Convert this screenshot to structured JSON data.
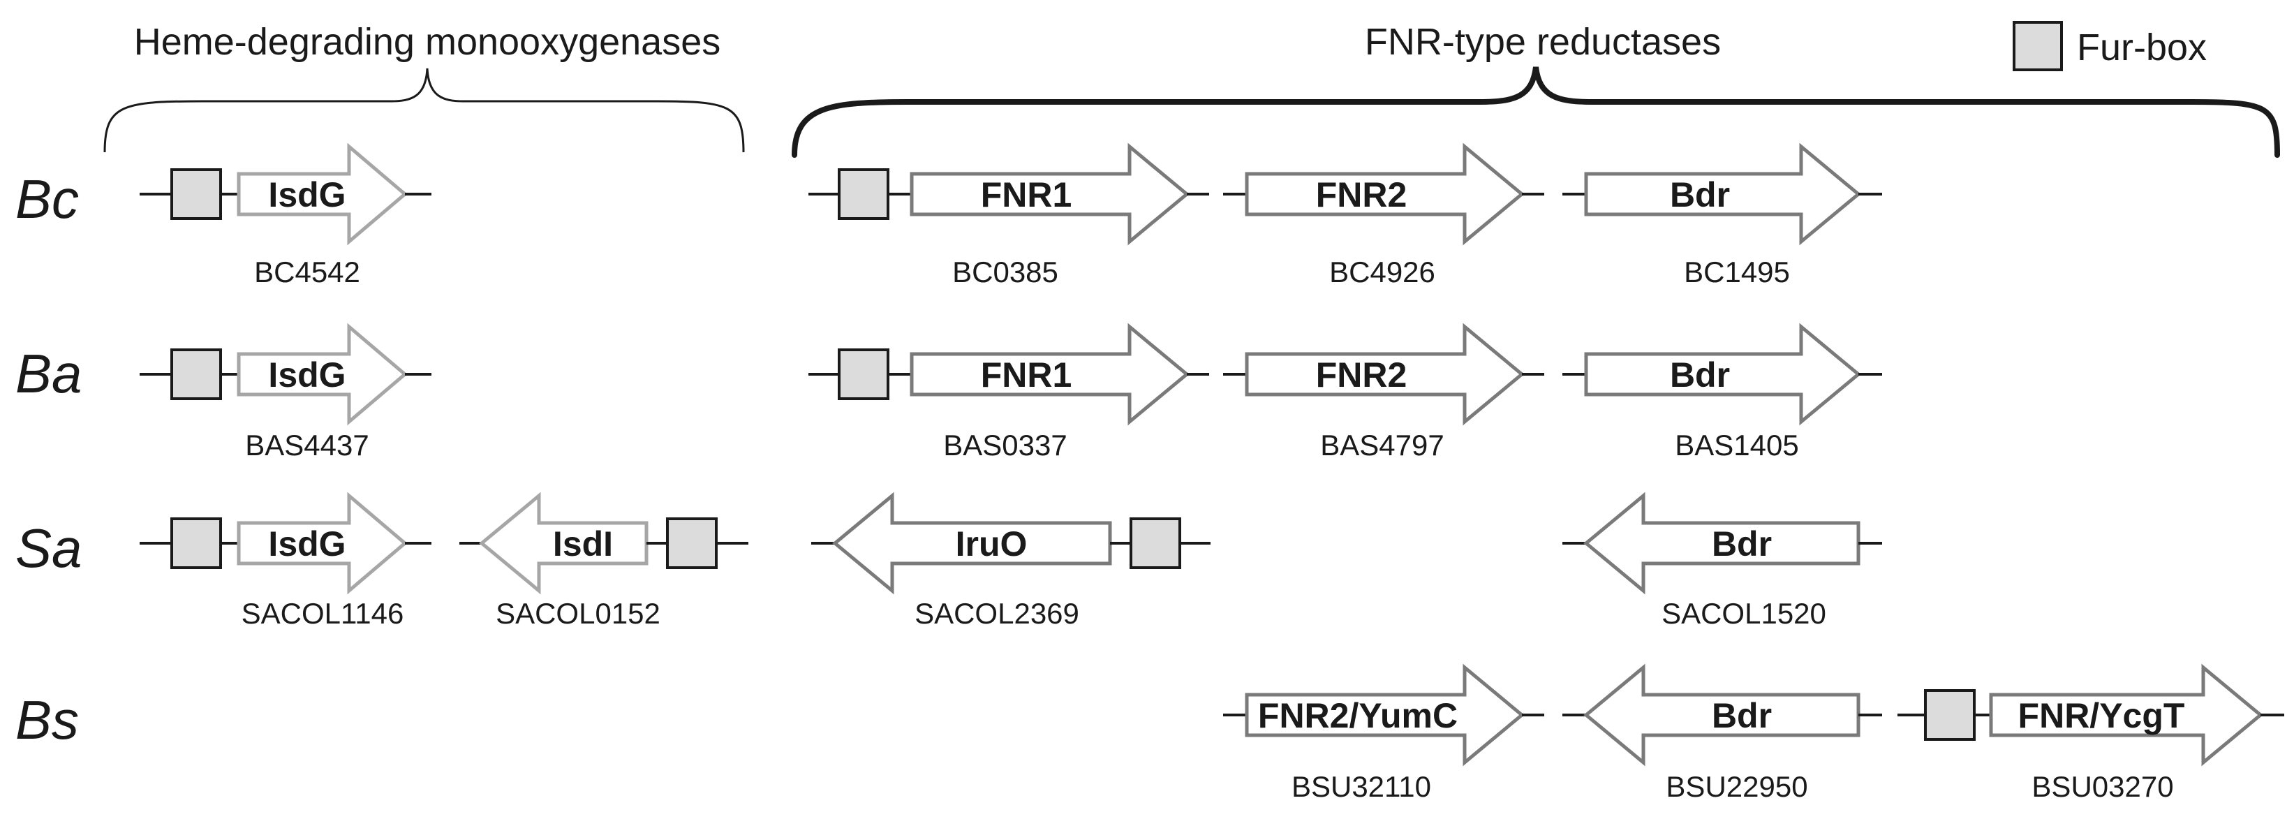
{
  "headers": {
    "heme": "Heme-degrading monooxygenases",
    "fnr": "FNR-type reductases"
  },
  "legend": {
    "label": "Fur-box",
    "box_fill": "#dcdcdc"
  },
  "colors": {
    "isd_arrow_stroke": "#a6a6a6",
    "fnr_arrow_stroke": "#7a7a7a",
    "furbox_stroke": "#1a1a1a",
    "line": "#1a1a1a"
  },
  "organisms": [
    {
      "abbr": "Bc"
    },
    {
      "abbr": "Ba"
    },
    {
      "abbr": "Sa"
    },
    {
      "abbr": "Bs"
    }
  ],
  "genes": {
    "bc_isdg": {
      "name": "IsdG",
      "locus": "BC4542"
    },
    "bc_fnr1": {
      "name": "FNR1",
      "locus": "BC0385"
    },
    "bc_fnr2": {
      "name": "FNR2",
      "locus": "BC4926"
    },
    "bc_bdr": {
      "name": "Bdr",
      "locus": "BC1495"
    },
    "ba_isdg": {
      "name": "IsdG",
      "locus": "BAS4437"
    },
    "ba_fnr1": {
      "name": "FNR1",
      "locus": "BAS0337"
    },
    "ba_fnr2": {
      "name": "FNR2",
      "locus": "BAS4797"
    },
    "ba_bdr": {
      "name": "Bdr",
      "locus": "BAS1405"
    },
    "sa_isdg": {
      "name": "IsdG",
      "locus": "SACOL1146"
    },
    "sa_isdi": {
      "name": "IsdI",
      "locus": "SACOL0152"
    },
    "sa_iruo": {
      "name": "IruO",
      "locus": "SACOL2369"
    },
    "sa_bdr": {
      "name": "Bdr",
      "locus": "SACOL1520"
    },
    "bs_fnr2": {
      "name": "FNR2/YumC",
      "locus": "BSU32110"
    },
    "bs_bdr": {
      "name": "Bdr",
      "locus": "BSU22950"
    },
    "bs_fnr": {
      "name": "FNR/YcgT",
      "locus": "BSU03270"
    }
  }
}
